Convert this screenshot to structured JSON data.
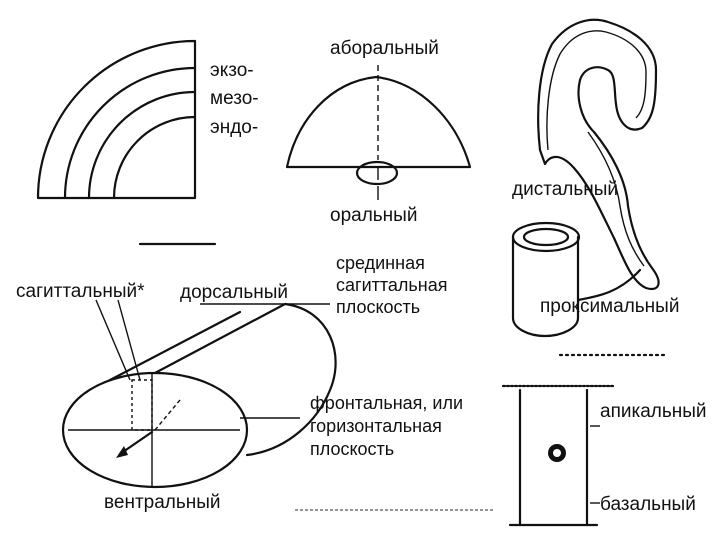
{
  "germ_layers": {
    "ecto": "экзо-",
    "meso": "мезо-",
    "endo": "эндо-"
  },
  "oral_axis": {
    "top": "аборальный",
    "bottom": "оральный"
  },
  "proximal_distal": {
    "distal": "дистальный",
    "proximal": "проксимальный"
  },
  "body_planes": {
    "sagittal": "сагиттальный*",
    "dorsal": "дорсальный",
    "median_plane": [
      "срединная",
      "сагиттальная",
      "плоскость"
    ],
    "frontal_plane": [
      "фронтальная, или",
      "горизонтальная",
      "плоскость"
    ],
    "ventral": "вентральный"
  },
  "apical_basal": {
    "apical": "апикальный",
    "basal": "базальный"
  }
}
